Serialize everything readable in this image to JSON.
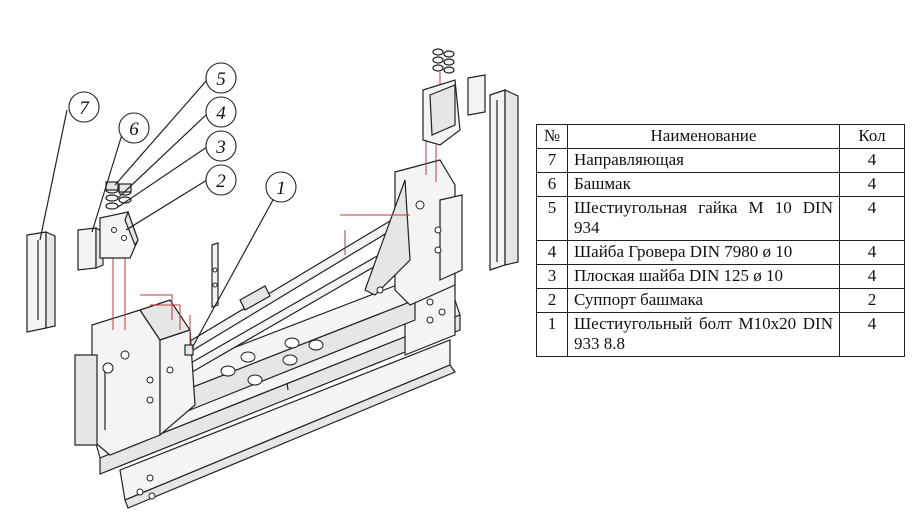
{
  "callouts": [
    "7",
    "6",
    "5",
    "4",
    "3",
    "2",
    "1"
  ],
  "table": {
    "headers": {
      "num": "№",
      "name": "Наименование",
      "qty": "Кол"
    },
    "rows": [
      {
        "num": "7",
        "name": "Направляющая",
        "qty": "4"
      },
      {
        "num": "6",
        "name": "Башмак",
        "qty": "4"
      },
      {
        "num": "5",
        "name": "Шестиугольная гайка М 10 DIN 934",
        "qty": "4"
      },
      {
        "num": "4",
        "name": "Шайба Гровера DIN 7980 ø 10",
        "qty": "4"
      },
      {
        "num": "3",
        "name": "Плоская шайба  DIN 125 ø 10",
        "qty": "4"
      },
      {
        "num": "2",
        "name": "Суппорт башмака",
        "qty": "2"
      },
      {
        "num": "1",
        "name": "Шестиугольный болт М10x20 DIN 933 8.8",
        "qty": "4"
      }
    ]
  }
}
